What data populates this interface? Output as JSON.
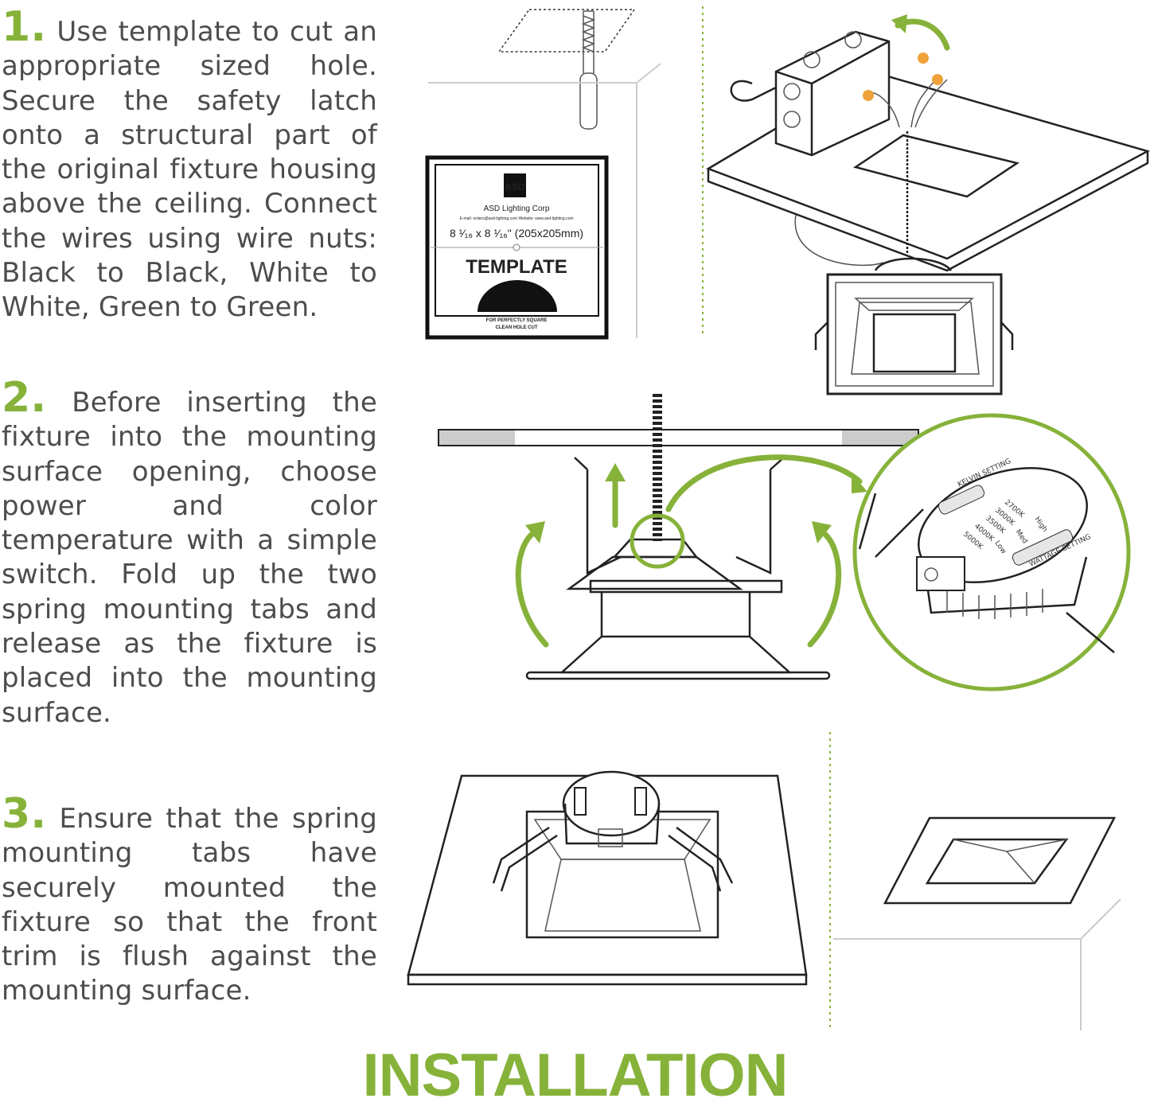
{
  "steps": [
    {
      "number": "1.",
      "text": " Use template to cut an appropriate sized hole. Secure the safety latch onto a structural part of the original fixture housing above the ceiling. Connect the wires using wire nuts: Black to Black, White to White, Green to Green."
    },
    {
      "number": "2.",
      "text": " Before inserting the fixture into the mounting surface opening, choose power and color temperature with a simple switch. Fold up the two spring mounting tabs and release as the fixture is placed into the mounting surface."
    },
    {
      "number": "3.",
      "text": " Ensure that the spring mounting tabs have securely mounted the fixture so that the front trim is flush against the mounting surface."
    }
  ],
  "template_card": {
    "company": "ASD Lighting Corp",
    "contact": "E-mail: orders@asd-lighting.com  Website: www.asd-lighting.com",
    "size": "8 ¹⁄₁₆ x 8 ¹⁄₁₆\" (205x205mm)",
    "label": "TEMPLATE",
    "footer_1": "FOR PERFECTLY SQUARE",
    "footer_2": "CLEAN HOLE CUT",
    "logo": "ASD"
  },
  "switch_labels": {
    "kelvin": "KELVIN SETTING",
    "k2700": "2700K",
    "k3000": "3000K",
    "k3500": "3500K",
    "k4000": "4000K",
    "k5000": "5000K",
    "high": "High",
    "med": "Med",
    "low": "Low",
    "wattage": "WATTAGE SETTING"
  },
  "title": "INSTALLATION",
  "colors": {
    "accent": "#86b23a",
    "text": "#4d4d4d"
  }
}
